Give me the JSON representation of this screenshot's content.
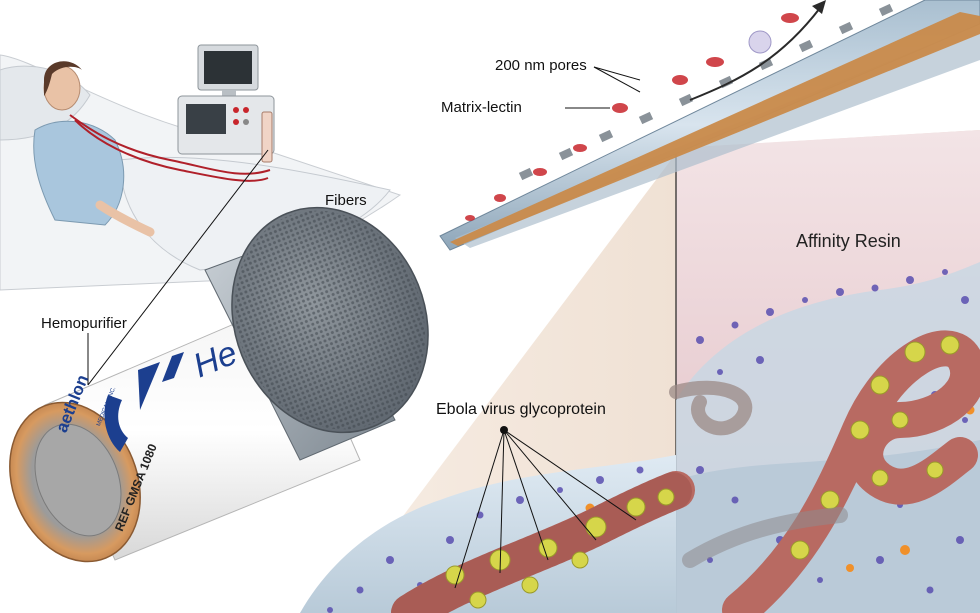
{
  "labels": {
    "pores": "200 nm pores",
    "matrix": "Matrix-lectin",
    "fibers": "Fibers",
    "hemopurifier": "Hemopurifier",
    "affinity": "Affinity Resin",
    "glycoprotein": "Ebola virus glycoprotein"
  },
  "device": {
    "brand": "aethlon",
    "brand_sub": "MEDICAL, INC.",
    "product_partial": "He",
    "ref_text": "REF  GMSA 1080"
  },
  "colors": {
    "virus_body": "#b86a62",
    "glycoprotein": "#d6d64a",
    "resin_particles": "#5a4fb0",
    "fiber_wall": "#9fb6c9",
    "fiber_core": "#c98a4a",
    "blood_cell": "#c8262c",
    "cartridge_cap": "#c98a55",
    "affinity_bg": "#eed6d8"
  }
}
